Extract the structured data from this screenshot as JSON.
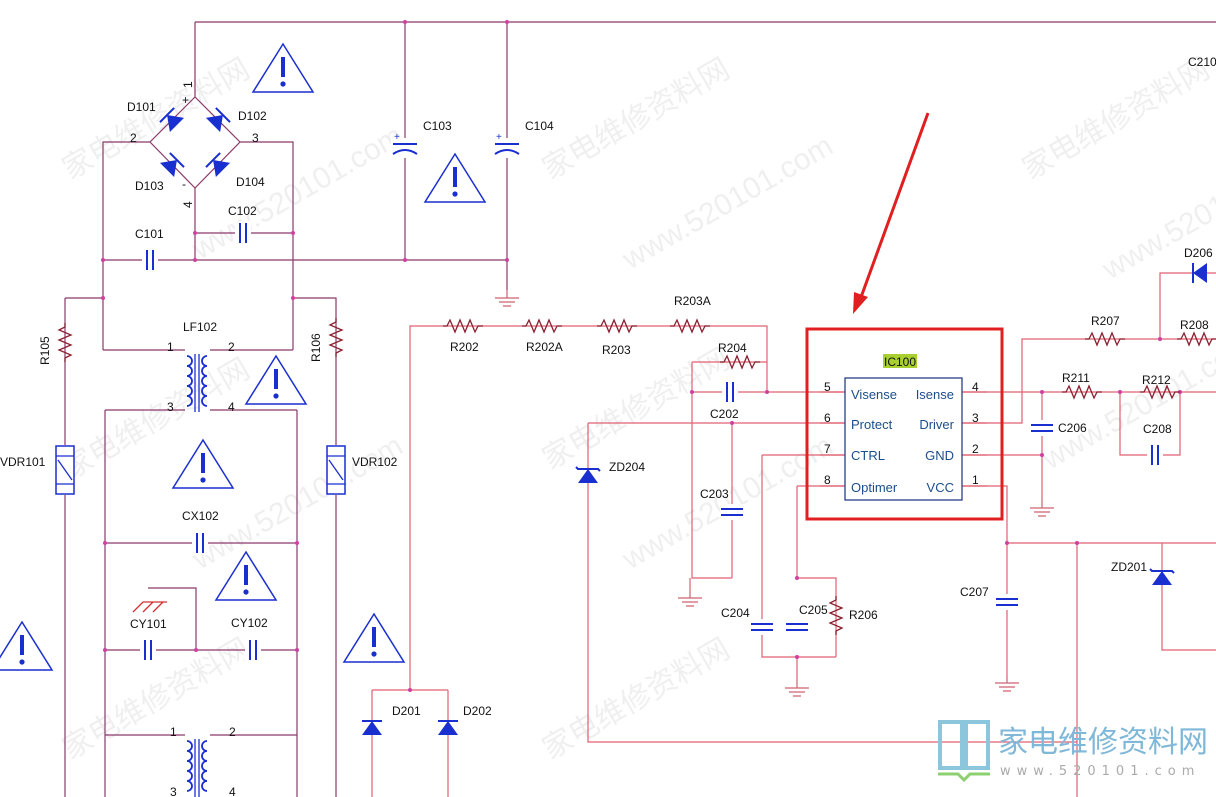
{
  "title": "Power supply schematic with IC100 controller",
  "labels": {
    "D101": "D101",
    "D102": "D102",
    "D103": "D103",
    "D104": "D104",
    "C101": "C101",
    "C102": "C102",
    "C103": "C103",
    "C104": "C104",
    "R105": "R105",
    "R106": "R106",
    "LF102": "LF102",
    "VDR101": "VDR101",
    "VDR102": "VDR102",
    "CX102": "CX102",
    "CY101": "CY101",
    "CY102": "CY102",
    "D201": "D201",
    "D202": "D202",
    "R202": "R202",
    "R202A": "R202A",
    "R203": "R203",
    "R203A": "R203A",
    "R204": "R204",
    "C202": "C202",
    "C203": "C203",
    "C204": "C204",
    "C205": "C205",
    "R206": "R206",
    "ZD204": "ZD204",
    "C206": "C206",
    "C207": "C207",
    "C208": "C208",
    "R207": "R207",
    "R208": "R208",
    "R211": "R211",
    "R212": "R212",
    "D206": "D206",
    "ZD201": "ZD201",
    "C210": "C210"
  },
  "bridge_pins": {
    "p1": "1",
    "p2": "2",
    "p3": "3",
    "p4": "4",
    "plus": "+",
    "minus": "-"
  },
  "lf102_pins": {
    "p1": "1",
    "p2": "2",
    "p3": "3",
    "p4": "4"
  },
  "t2_pins": {
    "p1": "1",
    "p2": "2",
    "p3": "3",
    "p4": "4"
  },
  "ic": {
    "name": "IC100",
    "highlight_color": "#a8d030",
    "left_pins": [
      {
        "num": "5",
        "name": "Visense"
      },
      {
        "num": "6",
        "name": "Protect"
      },
      {
        "num": "7",
        "name": "CTRL"
      },
      {
        "num": "8",
        "name": "Optimer"
      }
    ],
    "right_pins": [
      {
        "num": "4",
        "name": "Isense"
      },
      {
        "num": "3",
        "name": "Driver"
      },
      {
        "num": "2",
        "name": "GND"
      },
      {
        "num": "1",
        "name": "VCC"
      }
    ]
  },
  "annotation": {
    "box_color": "#e02020",
    "arrow_color": "#e02020"
  },
  "watermark": {
    "text1": "家电维修资料网",
    "text2": "www.520101.com"
  },
  "logo": {
    "name": "家电维修资料网",
    "url": "www.520101.com"
  },
  "colors": {
    "wire": "#8a3a6a",
    "component": "#1a2fd0",
    "ic_text": "#1c4d8c"
  }
}
